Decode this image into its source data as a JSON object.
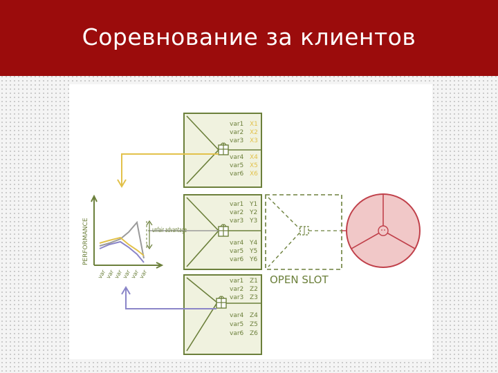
{
  "slide": {
    "title": "Соревнование за клиентов"
  },
  "diagram": {
    "groups": [
      {
        "vars": [
          "var1",
          "var2",
          "var3",
          "var4",
          "var5",
          "var6"
        ],
        "vals": [
          "X1",
          "X2",
          "X3",
          "X4",
          "X5",
          "X6"
        ]
      },
      {
        "vars": [
          "var1",
          "var2",
          "var3",
          "var4",
          "var5",
          "var6"
        ],
        "vals": [
          "Y1",
          "Y2",
          "Y3",
          "Y4",
          "Y5",
          "Y6"
        ]
      },
      {
        "vars": [
          "var1",
          "var2",
          "var3",
          "var4",
          "var5",
          "var6"
        ],
        "vals": [
          "Z1",
          "Z2",
          "Z3",
          "Z4",
          "Z5",
          "Z6"
        ]
      }
    ],
    "open_slot_label": "OPEN SLOT",
    "chart_ylabel": "PERFORMANCE",
    "chart_xlabels": [
      "var",
      "var",
      "var",
      "var",
      "var",
      "var"
    ],
    "annotation": "unfair advantage",
    "colors": {
      "box_stroke": "#6b7f3a",
      "box_fill": "#f0f2df",
      "yellow": "#e2c14a",
      "grey": "#9a9a9a",
      "purple": "#8a85c8",
      "circle_fill": "#f1c8c8",
      "circle_stroke": "#c0404a"
    }
  }
}
